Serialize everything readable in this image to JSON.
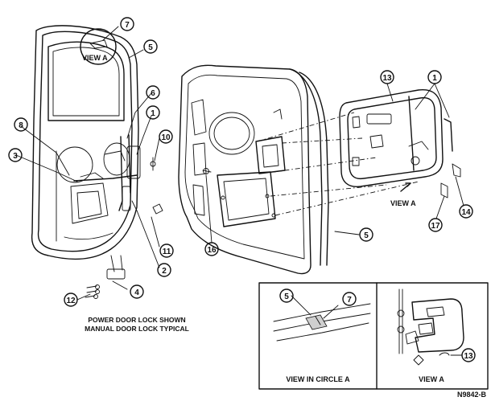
{
  "figure_code": "N9842-B",
  "caption_lines": [
    "POWER DOOR LOCK SHOWN",
    "MANUAL DOOR LOCK TYPICAL"
  ],
  "labels": {
    "view_a_top": "VIEW A",
    "view_a_mid": "VIEW A",
    "view_in_circle_a": "VIEW IN CIRCLE A",
    "view_a_inset": "VIEW A"
  },
  "callouts": {
    "c1a": "1",
    "c1b": "1",
    "c2": "2",
    "c3": "3",
    "c4": "4",
    "c5a": "5",
    "c5b": "5",
    "c5c": "5",
    "c6": "6",
    "c7a": "7",
    "c7b": "7",
    "c8": "8",
    "c10": "10",
    "c11": "11",
    "c12": "12",
    "c13a": "13",
    "c13b": "13",
    "c14": "14",
    "c16": "16",
    "c17": "17"
  }
}
